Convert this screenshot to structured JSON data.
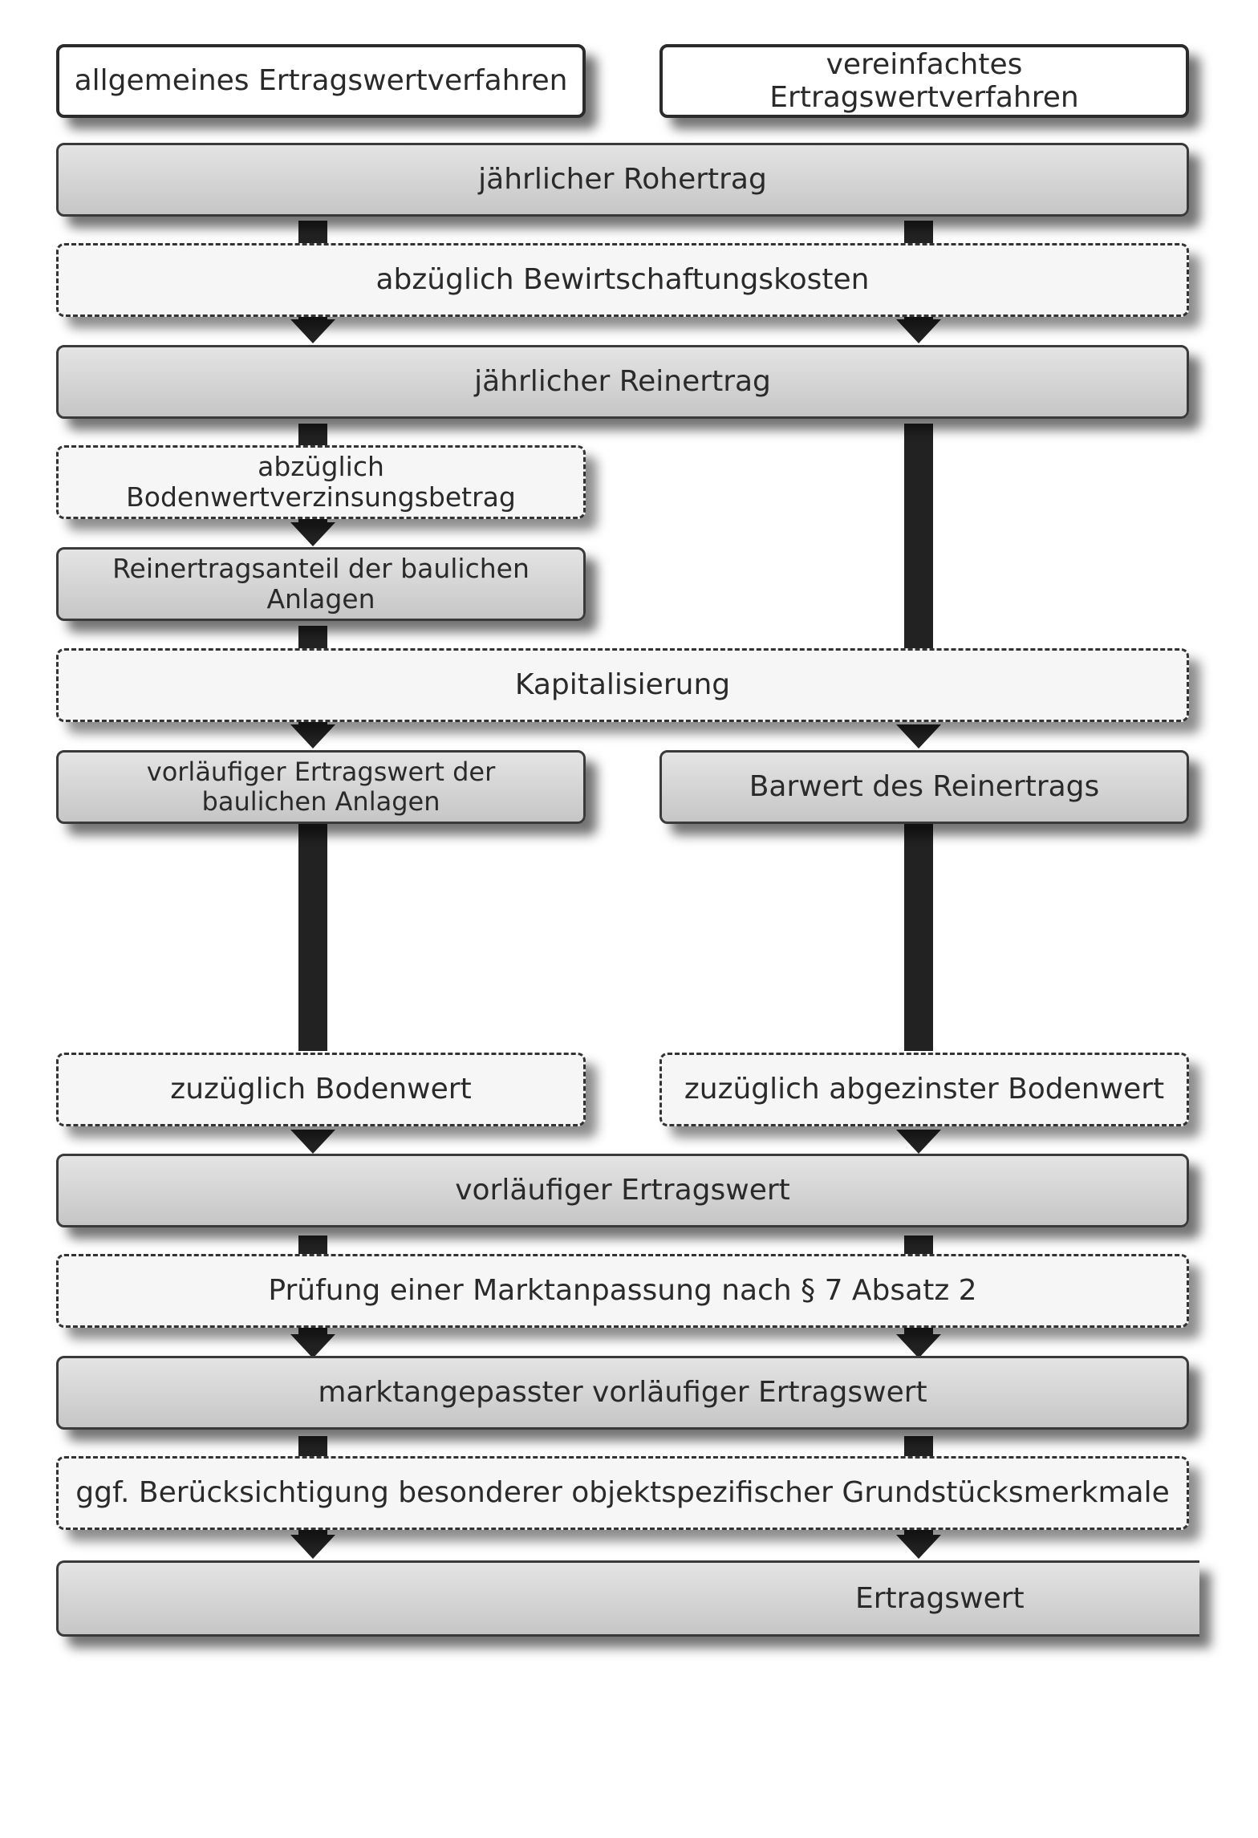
{
  "diagram": {
    "left_header": "allgemeines Ertragswertverfahren",
    "right_header": "vereinfachtes Ertragswertverfahren",
    "annual_gross_income": "jährlicher Rohertrag",
    "minus_management_costs": "abzüglich Bewirtschaftungskosten",
    "annual_net_income": "jährlicher Reinertrag",
    "minus_land_value_interest": "abzüglich Bodenwertverzinsungsbetrag",
    "net_income_share_buildings": "Reinertragsanteil der baulichen Anlagen",
    "capitalization": "Kapitalisierung",
    "preliminary_income_value_buildings": "vorläufiger Ertragswert der baulichen Anlagen",
    "present_value_net_income": "Barwert des Reinertrags",
    "plus_land_value": "zuzüglich Bodenwert",
    "plus_discounted_land_value": "zuzüglich abgezinster Bodenwert",
    "preliminary_income_value": "vorläufiger Ertragswert",
    "market_adjustment_check": "Prüfung einer Marktanpassung nach § 7 Absatz 2",
    "market_adjusted_preliminary_value": "marktangepasster vorläufiger Ertragswert",
    "special_property_features": "ggf. Berücksichtigung besonderer objektspezifischer Grundstücksmerkmale",
    "income_value": "Ertragswert"
  }
}
